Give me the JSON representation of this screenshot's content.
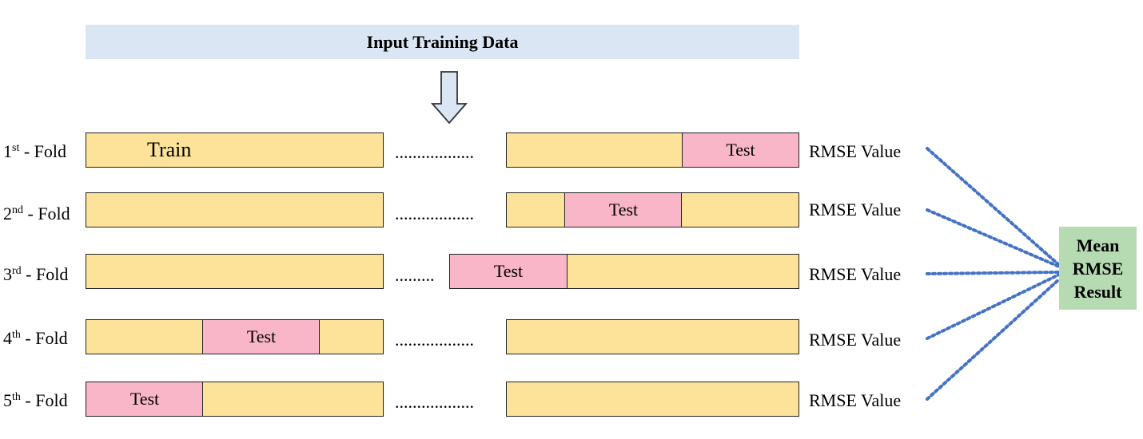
{
  "header": {
    "title": "Input Training Data"
  },
  "train_label": "Train",
  "test_label": "Test",
  "dots": "..................",
  "folds": [
    {
      "num": "1",
      "suffix": "st",
      "label": " - Fold",
      "result": "RMSE Value"
    },
    {
      "num": "2",
      "suffix": "nd",
      "label": " - Fold",
      "result": "RMSE Value"
    },
    {
      "num": "3",
      "suffix": "rd",
      "label": " - Fold",
      "result": "RMSE Value"
    },
    {
      "num": "4",
      "suffix": "th",
      "label": " - Fold",
      "result": "RMSE Value"
    },
    {
      "num": "5",
      "suffix": "th",
      "label": " - Fold",
      "result": "RMSE Value"
    }
  ],
  "result": {
    "line1": "Mean",
    "line2": "RMSE",
    "line3": "Result"
  },
  "colors": {
    "train": "#fde39a",
    "test": "#f8b6c8",
    "input": "#dbe6f5",
    "result": "#b6dbb2",
    "connector": "#4472c4"
  }
}
